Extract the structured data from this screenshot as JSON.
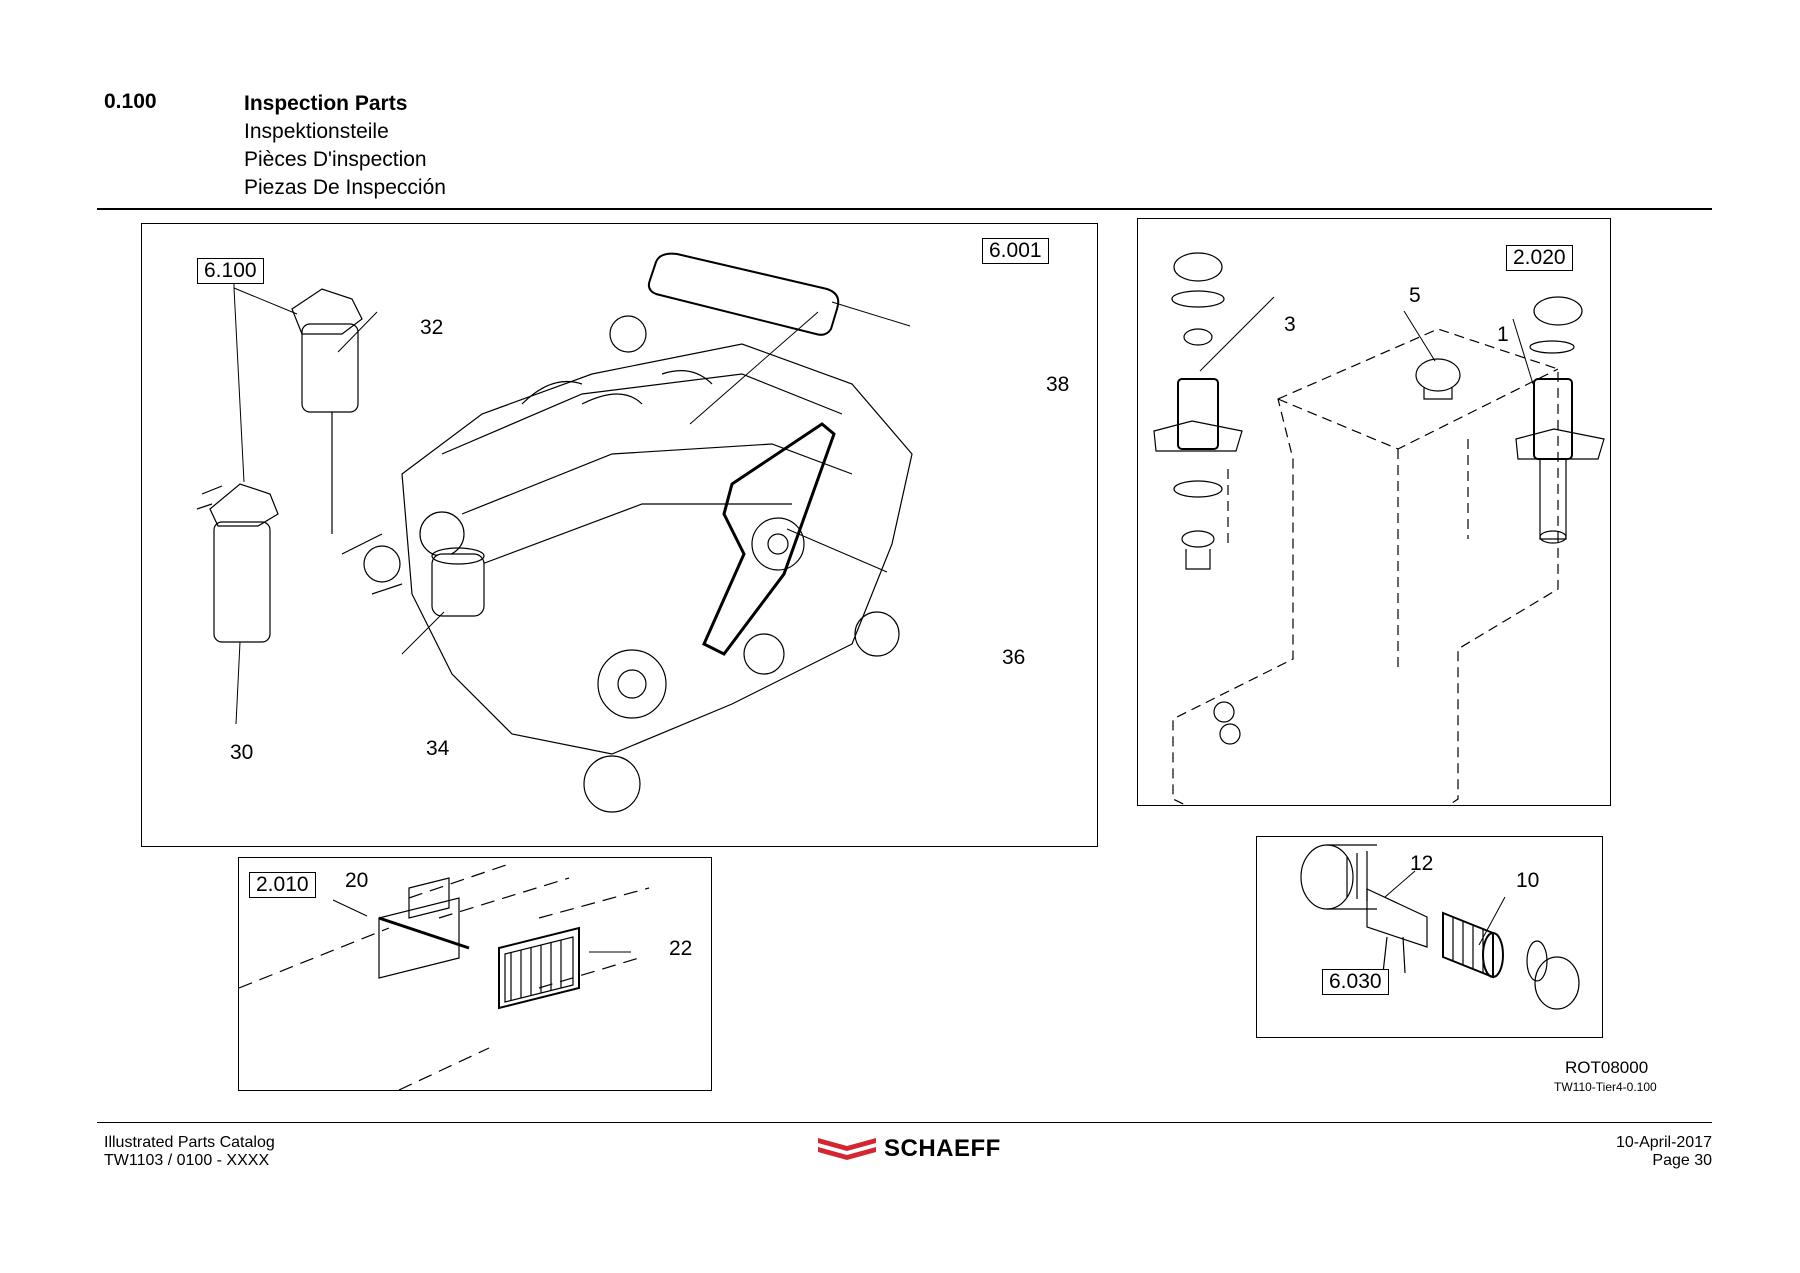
{
  "header": {
    "section_number": "0.100",
    "title_en": "Inspection Parts",
    "title_de": "Inspektionsteile",
    "title_fr": "Pièces D'inspection",
    "title_es": "Piezas De Inspección"
  },
  "panels": {
    "engine": {
      "refs": [
        "6.100",
        "6.001"
      ],
      "callouts": [
        "32",
        "38",
        "36",
        "30",
        "34"
      ]
    },
    "tank": {
      "refs": [
        "2.020"
      ],
      "callouts": [
        "5",
        "3",
        "1"
      ]
    },
    "radiator": {
      "refs": [
        "2.010"
      ],
      "callouts": [
        "20",
        "22"
      ]
    },
    "filter": {
      "refs": [
        "6.030"
      ],
      "callouts": [
        "12",
        "10"
      ]
    }
  },
  "drawing_ref": {
    "code": "ROT08000",
    "sub": "TW110-Tier4-0.100"
  },
  "footer": {
    "left_line1": "Illustrated Parts Catalog",
    "left_line2": "TW1103 / 0100 - XXXX",
    "brand": "SCHAEFF",
    "date": "10-April-2017",
    "page": "Page  30"
  },
  "colors": {
    "brand_red": "#d32630"
  },
  "icons": {
    "logo": "schaeff-chevrons-icon"
  }
}
